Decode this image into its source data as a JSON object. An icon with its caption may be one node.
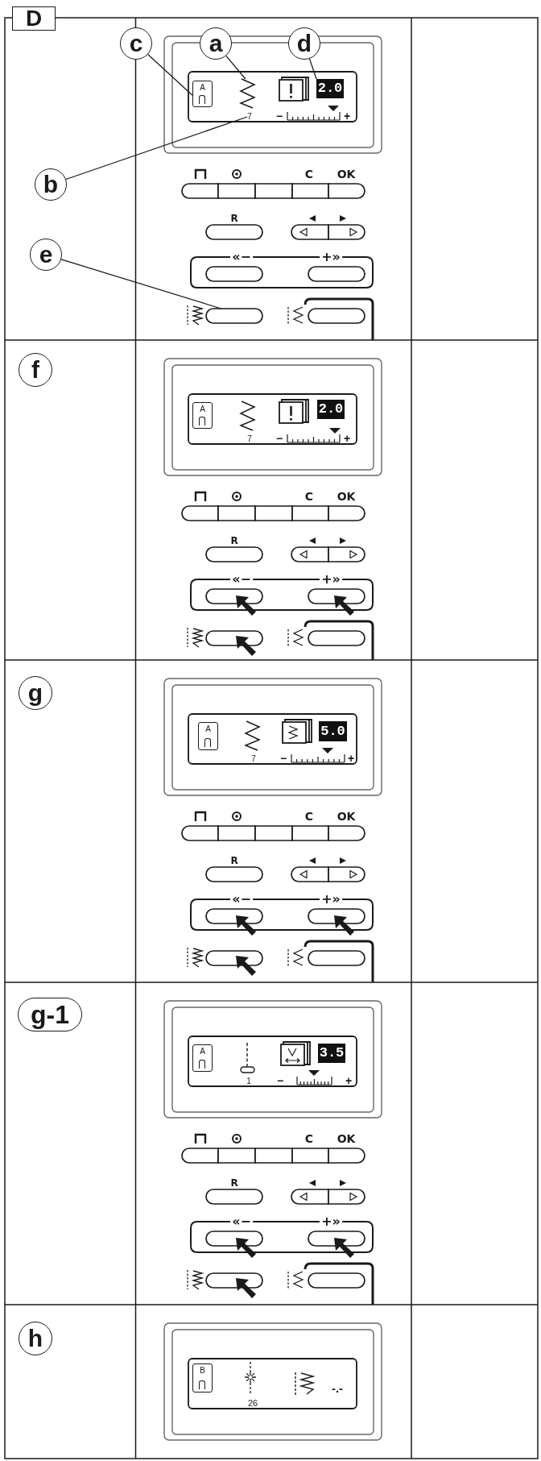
{
  "diagram": {
    "nodes": [
      {
        "text": [
          "D"
        ]
      },
      {
        "text": [
          "c"
        ]
      },
      {
        "text": [
          "a"
        ]
      },
      {
        "text": [
          "d"
        ]
      },
      {
        "text": [
          "A"
        ]
      },
      {
        "text": [],
        "shape": "picture"
      },
      {
        "text": [
          "2.0"
        ]
      },
      {
        "text": [
          "7"
        ]
      },
      {
        "text": [
          "b"
        ]
      },
      {
        "text": [
          "e"
        ]
      },
      {
        "text": [],
        "shape": "box"
      },
      {
        "text": [
          "f"
        ]
      },
      {
        "text": [
          "A"
        ]
      },
      {
        "text": [
          "2.0"
        ]
      },
      {
        "text": [
          "g"
        ]
      },
      {
        "text": [
          "A"
        ]
      },
      {
        "text": [
          "5.0"
        ]
      },
      {
        "text": [
          "g-1"
        ]
      },
      {
        "text": [
          "A"
        ]
      },
      {
        "text": [
          "3.5"
        ]
      },
      {
        "text": [
          "h"
        ]
      },
      {
        "text": [
          "B"
        ]
      }
    ],
    "edges": [
      {
        "from": 1,
        "to": 4,
        "arrow": "none"
      },
      {
        "from": 2,
        "to": 5,
        "arrow": "none"
      },
      {
        "from": 3,
        "to": 6,
        "arrow": "none"
      },
      {
        "from": 8,
        "to": 7,
        "arrow": "none"
      },
      {
        "from": 9,
        "to": 10,
        "arrow": "none"
      }
    ],
    "labels": [
      "−",
      "+",
      "C",
      "OK",
      "R",
      "«−",
      "+»",
      "7",
      "−",
      "+",
      "C",
      "OK",
      "R",
      "«−",
      "+»",
      "7",
      "−",
      "+",
      "C",
      "OK",
      "R",
      "«−",
      "+»",
      "1",
      "−",
      "+",
      "C",
      "OK",
      "R",
      "«−",
      "+»",
      "26",
      "-.-"
    ]
  }
}
